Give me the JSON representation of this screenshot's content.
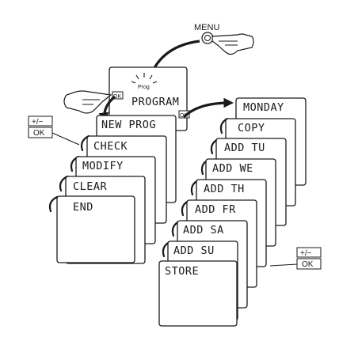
{
  "buttons": {
    "menu": "MENU",
    "ok": "OK",
    "plus_minus": "+/−",
    "prog_icon": "Prog"
  },
  "top_screen": {
    "label": "PROGRAM"
  },
  "main_menu": [
    "NEW PROG",
    "CHECK",
    "MODIFY",
    "CLEAR",
    "END"
  ],
  "new_prog_menu": [
    "MONDAY",
    "COPY",
    "ADD TU",
    "ADD WE",
    "ADD TH",
    "ADD FR",
    "ADD SA",
    "ADD SU",
    "STORE"
  ]
}
